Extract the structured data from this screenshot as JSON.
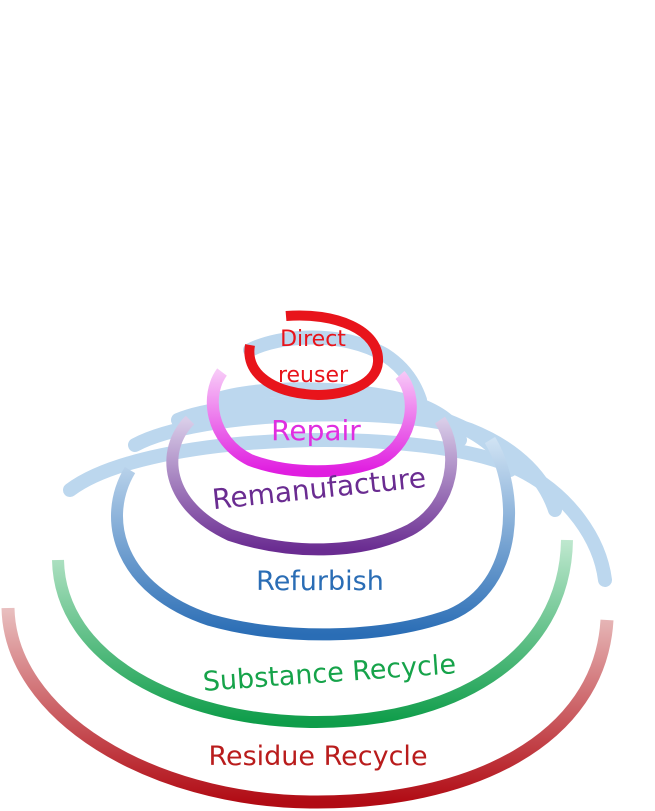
{
  "diagram": {
    "levels": [
      {
        "id": "direct-reuser",
        "lines": [
          "Direct",
          "reuser"
        ],
        "color": "#e8141b"
      },
      {
        "id": "repair",
        "lines": [
          "Repair"
        ],
        "color": "#e02ee0"
      },
      {
        "id": "remanufacture",
        "lines": [
          "Remanufacture"
        ],
        "color": "#6a2c91"
      },
      {
        "id": "refurbish",
        "lines": [
          "Refurbish"
        ],
        "color": "#2a6db5"
      },
      {
        "id": "substance-recycle",
        "lines": [
          "Substance Recycle"
        ],
        "color": "#16a34a"
      },
      {
        "id": "residue-recycle",
        "lines": [
          "Residue Recycle"
        ],
        "color": "#b91c1c"
      }
    ],
    "connector_color": "#bcd7ee"
  }
}
